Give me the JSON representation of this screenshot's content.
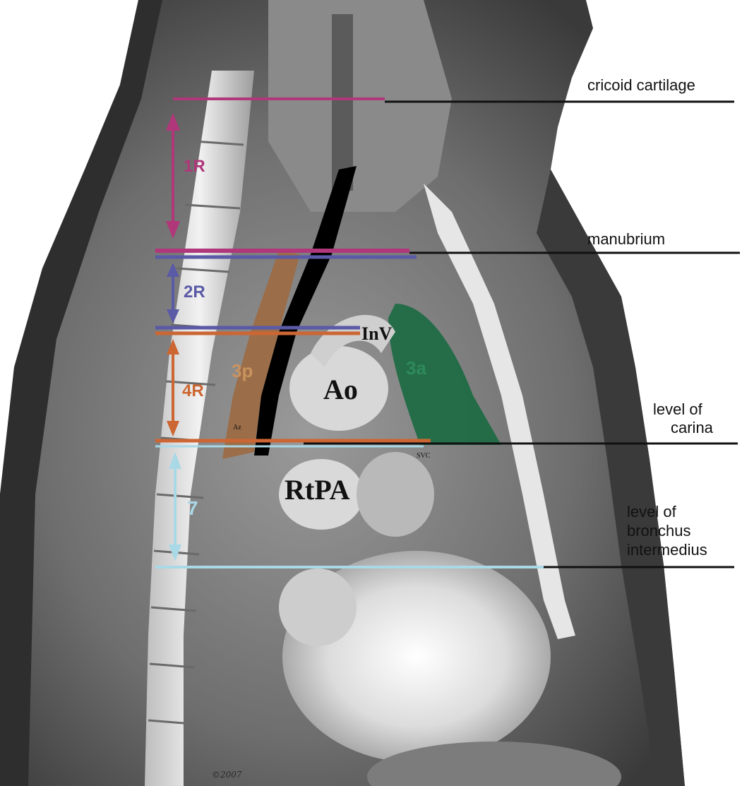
{
  "levels": {
    "cricoid": "cricoid cartilage",
    "manubrium": "manubrium",
    "carina_1": "level of",
    "carina_2": "carina",
    "bronchus_1": "level of",
    "bronchus_2": "bronchus",
    "bronchus_3": "intermedius"
  },
  "stations": {
    "s1R": "1R",
    "s2R": "2R",
    "s4R": "4R",
    "s7": "7",
    "s3p": "3p",
    "s3a": "3a"
  },
  "structures": {
    "ao": "Ao",
    "rtpa": "RtPA",
    "inv": "InV",
    "az": "Az",
    "svc": "SVC"
  },
  "signature": "©2007",
  "colors": {
    "station_1R": "#b0377a",
    "station_2R": "#5a5aa6",
    "station_4R": "#cc6633",
    "station_7": "#a9d8e6",
    "station_3p": "#9c6b44",
    "station_3a": "#1f6b44"
  }
}
